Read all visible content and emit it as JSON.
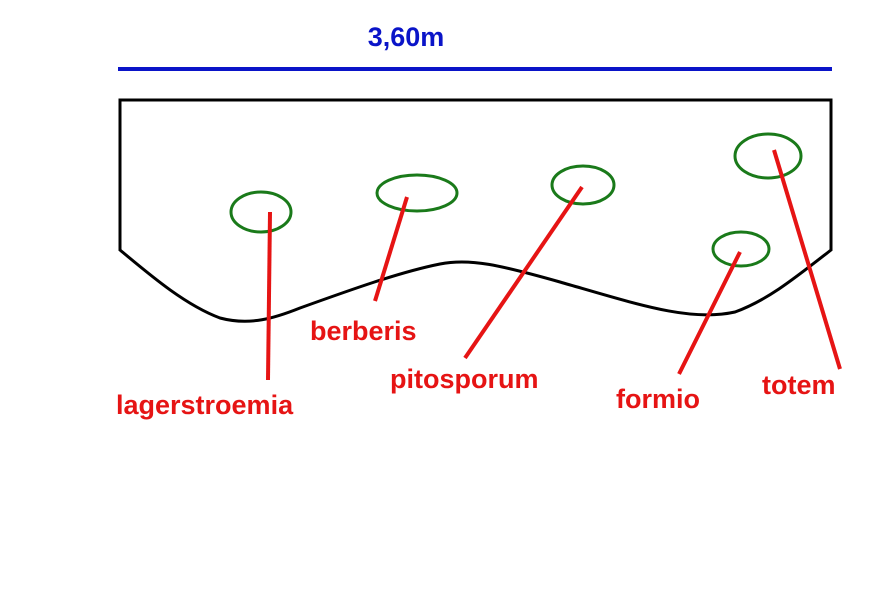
{
  "dimension": {
    "label": "3,60m",
    "color": "#0a14c8"
  },
  "plants": [
    {
      "id": "lagerstroemia",
      "label": "lagerstroemia"
    },
    {
      "id": "berberis",
      "label": "berberis"
    },
    {
      "id": "pitosporum",
      "label": "pitosporum"
    },
    {
      "id": "formio",
      "label": "formio"
    },
    {
      "id": "totem",
      "label": "totem"
    }
  ],
  "colors": {
    "bed_outline": "#000000",
    "plant_circle": "#1a7a1a",
    "label_text": "#e61414",
    "leader_line": "#e61414"
  }
}
